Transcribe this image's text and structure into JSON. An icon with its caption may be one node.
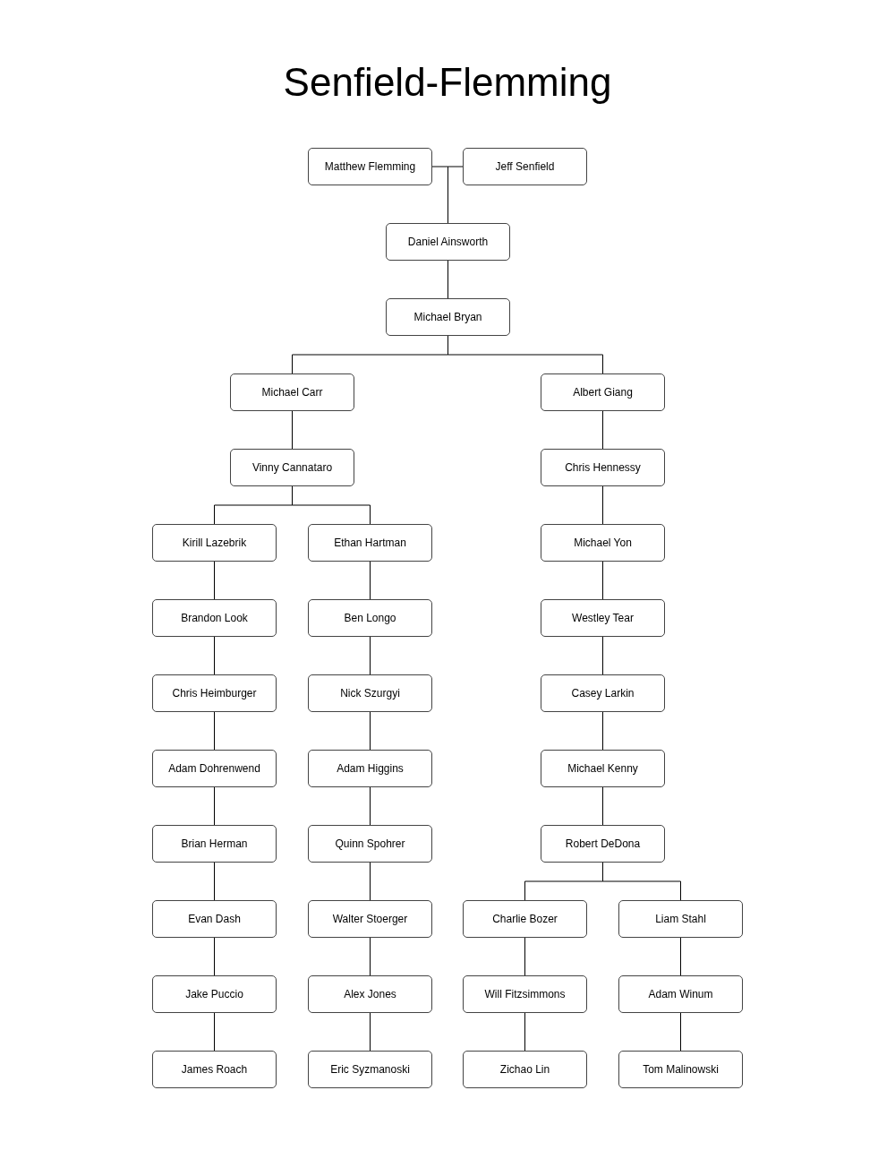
{
  "diagram": {
    "title": "Senfield-Flemming",
    "nodes": [
      {
        "text": [
          "Matthew Flemming"
        ]
      },
      {
        "text": [
          "Jeff Senfield"
        ]
      },
      {
        "text": [
          "Daniel Ainsworth"
        ]
      },
      {
        "text": [
          "Michael Bryan"
        ]
      },
      {
        "text": [
          "Michael Carr"
        ]
      },
      {
        "text": [
          "Albert Giang"
        ]
      },
      {
        "text": [
          "Vinny Cannataro"
        ]
      },
      {
        "text": [
          "Chris Hennessy"
        ]
      },
      {
        "text": [
          "Kirill Lazebrik"
        ]
      },
      {
        "text": [
          "Ethan Hartman"
        ]
      },
      {
        "text": [
          "Michael Yon"
        ]
      },
      {
        "text": [
          "Brandon Look"
        ]
      },
      {
        "text": [
          "Ben Longo"
        ]
      },
      {
        "text": [
          "Westley Tear"
        ]
      },
      {
        "text": [
          "Chris Heimburger"
        ]
      },
      {
        "text": [
          "Nick Szurgyi"
        ]
      },
      {
        "text": [
          "Casey Larkin"
        ]
      },
      {
        "text": [
          "Adam Dohrenwend"
        ]
      },
      {
        "text": [
          "Adam Higgins"
        ]
      },
      {
        "text": [
          "Michael Kenny"
        ]
      },
      {
        "text": [
          "Brian Herman"
        ]
      },
      {
        "text": [
          "Quinn Spohrer"
        ]
      },
      {
        "text": [
          "Robert DeDona"
        ]
      },
      {
        "text": [
          "Evan Dash"
        ]
      },
      {
        "text": [
          "Walter Stoerger"
        ]
      },
      {
        "text": [
          "Charlie Bozer"
        ]
      },
      {
        "text": [
          "Liam Stahl"
        ]
      },
      {
        "text": [
          "Jake Puccio"
        ]
      },
      {
        "text": [
          "Alex Jones"
        ]
      },
      {
        "text": [
          "Will Fitzsimmons"
        ]
      },
      {
        "text": [
          "Adam Winum"
        ]
      },
      {
        "text": [
          "James Roach"
        ]
      },
      {
        "text": [
          "Eric Syzmanoski"
        ]
      },
      {
        "text": [
          "Zichao Lin"
        ]
      },
      {
        "text": [
          "Tom Malinowski"
        ]
      }
    ],
    "edges": [
      {
        "from": 0,
        "to": 2,
        "arrow": "none"
      },
      {
        "from": 1,
        "to": 2,
        "arrow": "none"
      },
      {
        "from": 2,
        "to": 3,
        "arrow": "none"
      },
      {
        "from": 3,
        "to": 4,
        "arrow": "none"
      },
      {
        "from": 3,
        "to": 5,
        "arrow": "none"
      },
      {
        "from": 4,
        "to": 6,
        "arrow": "none"
      },
      {
        "from": 5,
        "to": 7,
        "arrow": "none"
      },
      {
        "from": 6,
        "to": 8,
        "arrow": "none"
      },
      {
        "from": 6,
        "to": 9,
        "arrow": "none"
      },
      {
        "from": 7,
        "to": 10,
        "arrow": "none"
      },
      {
        "from": 8,
        "to": 11,
        "arrow": "none"
      },
      {
        "from": 9,
        "to": 12,
        "arrow": "none"
      },
      {
        "from": 10,
        "to": 13,
        "arrow": "none"
      },
      {
        "from": 11,
        "to": 14,
        "arrow": "none"
      },
      {
        "from": 12,
        "to": 15,
        "arrow": "none"
      },
      {
        "from": 13,
        "to": 16,
        "arrow": "none"
      },
      {
        "from": 14,
        "to": 17,
        "arrow": "none"
      },
      {
        "from": 15,
        "to": 18,
        "arrow": "none"
      },
      {
        "from": 16,
        "to": 19,
        "arrow": "none"
      },
      {
        "from": 17,
        "to": 20,
        "arrow": "none"
      },
      {
        "from": 18,
        "to": 21,
        "arrow": "none"
      },
      {
        "from": 19,
        "to": 22,
        "arrow": "none"
      },
      {
        "from": 20,
        "to": 23,
        "arrow": "none"
      },
      {
        "from": 21,
        "to": 24,
        "arrow": "none"
      },
      {
        "from": 22,
        "to": 25,
        "arrow": "none"
      },
      {
        "from": 22,
        "to": 26,
        "arrow": "none"
      },
      {
        "from": 23,
        "to": 27,
        "arrow": "none"
      },
      {
        "from": 24,
        "to": 28,
        "arrow": "none"
      },
      {
        "from": 25,
        "to": 29,
        "arrow": "none"
      },
      {
        "from": 26,
        "to": 30,
        "arrow": "none"
      },
      {
        "from": 27,
        "to": 31,
        "arrow": "none"
      },
      {
        "from": 28,
        "to": 32,
        "arrow": "none"
      },
      {
        "from": 29,
        "to": 33,
        "arrow": "none"
      },
      {
        "from": 30,
        "to": 34,
        "arrow": "none"
      }
    ]
  }
}
